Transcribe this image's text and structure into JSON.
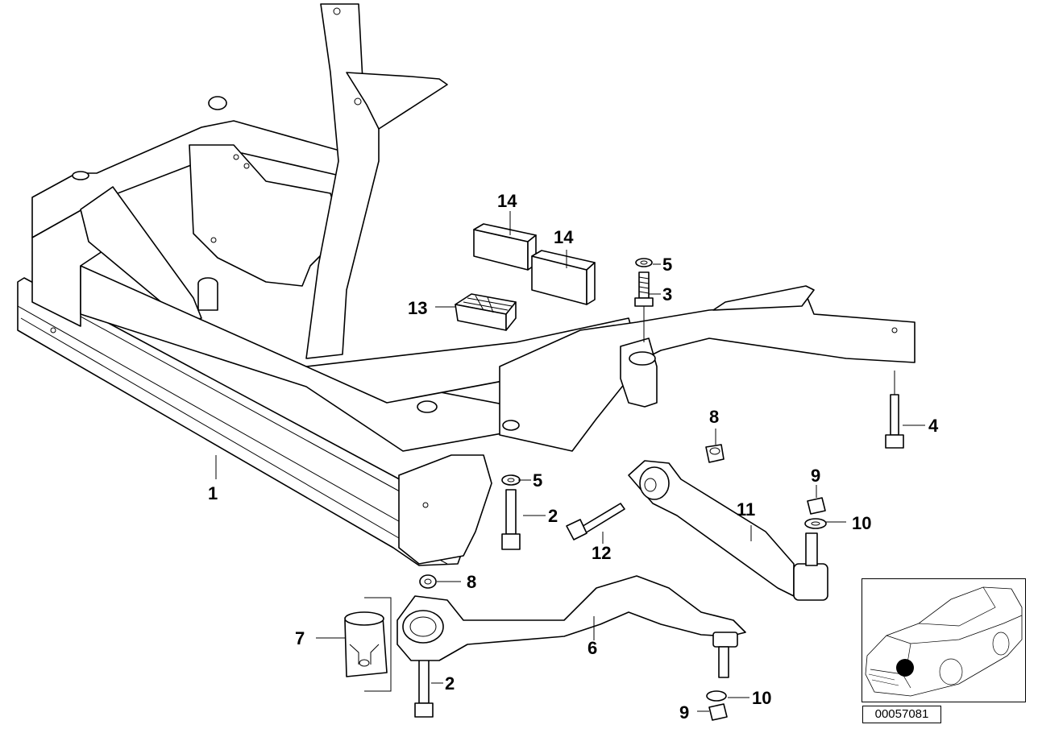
{
  "diagram": {
    "callouts": {
      "c1": "1",
      "c2a": "2",
      "c2b": "2",
      "c3": "3",
      "c4": "4",
      "c5a": "5",
      "c5b": "5",
      "c6": "6",
      "c7": "7",
      "c8a": "8",
      "c8b": "8",
      "c9a": "9",
      "c9b": "9",
      "c10a": "10",
      "c10b": "10",
      "c11": "11",
      "c12": "12",
      "c13": "13",
      "c14a": "14",
      "c14b": "14"
    },
    "diagram_code": "00057081"
  }
}
